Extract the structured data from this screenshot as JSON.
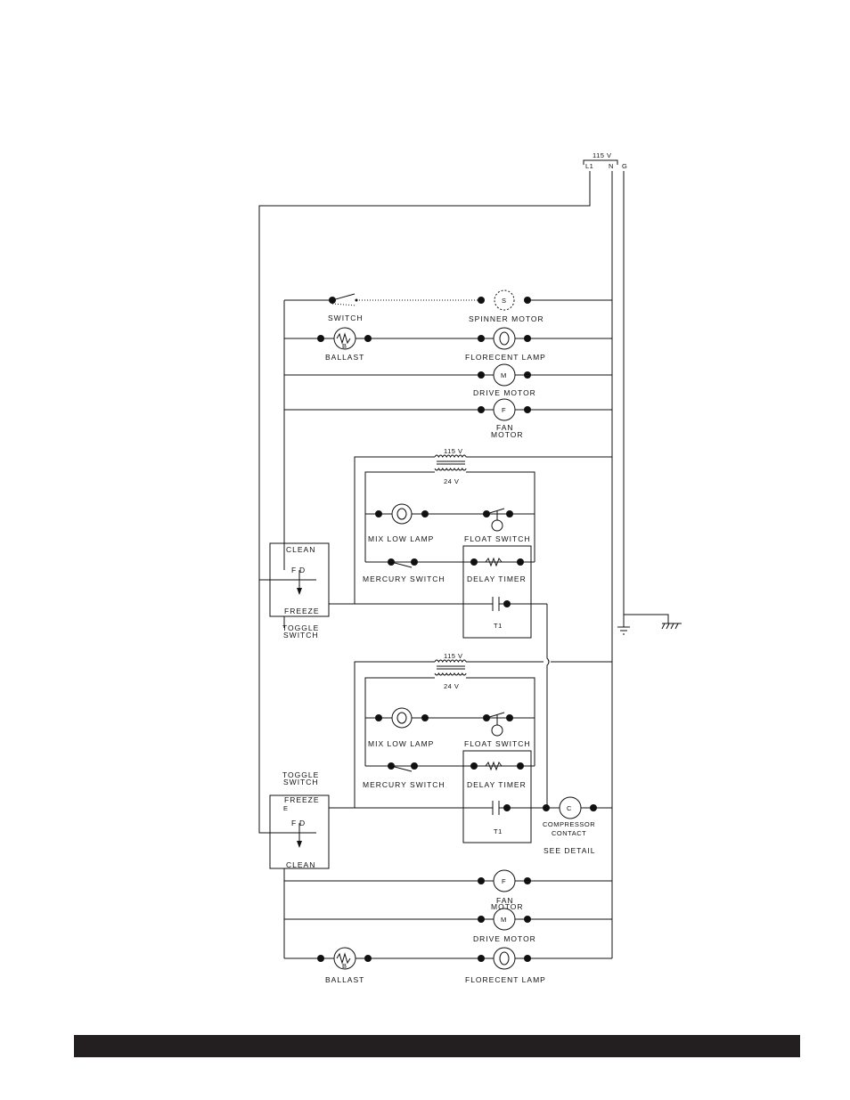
{
  "supply": {
    "voltage": "115 V",
    "l1": "L1",
    "n": "N",
    "g": "G"
  },
  "top_section": {
    "switch": "SWITCH",
    "spinner_motor": "SPINNER MOTOR",
    "spinner_symbol": "S",
    "ballast": "BALLAST",
    "ballast_symbol": "B",
    "florecent_lamp": "FLORECENT LAMP",
    "drive_motor": "DRIVE MOTOR",
    "drive_symbol": "M",
    "fan_motor_1": "FAN",
    "fan_motor_2": "MOTOR",
    "fan_symbol": "F"
  },
  "control_1": {
    "transformer_primary": "115 V",
    "transformer_secondary": "24 V",
    "mix_low_lamp": "MIX LOW LAMP",
    "float_switch": "FLOAT SWITCH",
    "mercury_switch": "MERCURY SWITCH",
    "delay_timer": "DELAY TIMER",
    "t1": "T1",
    "toggle_clean": "CLEAN",
    "toggle_freeze": "FREEZE",
    "toggle_f": "F",
    "toggle_d": "D",
    "toggle_caption_1": "TOGGLE",
    "toggle_caption_2": "SWITCH"
  },
  "control_2": {
    "transformer_primary": "115 V",
    "transformer_secondary": "24 V",
    "mix_low_lamp": "MIX LOW LAMP",
    "float_switch": "FLOAT SWITCH",
    "mercury_switch": "MERCURY SWITCH",
    "delay_timer": "DELAY TIMER",
    "t1": "T1",
    "toggle_clean": "CLEAN",
    "toggle_freeze": "FREEZE",
    "toggle_e": "E",
    "toggle_f": "F",
    "toggle_d": "D",
    "toggle_caption_1": "TOGGLE",
    "toggle_caption_2": "SWITCH",
    "compressor_symbol": "C",
    "compressor_1": "COMPRESSOR",
    "compressor_2": "CONTACT",
    "see_detail": "SEE DETAIL"
  },
  "bottom_section": {
    "fan_motor_1": "FAN",
    "fan_motor_2": "MOTOR",
    "fan_symbol": "F",
    "drive_motor": "DRIVE MOTOR",
    "drive_symbol": "M",
    "ballast": "BALLAST",
    "ballast_symbol": "B",
    "florecent_lamp": "FLORECENT LAMP"
  },
  "colors": {
    "line": "#111111",
    "footer": "#231f20",
    "panel": "#ffffff"
  }
}
